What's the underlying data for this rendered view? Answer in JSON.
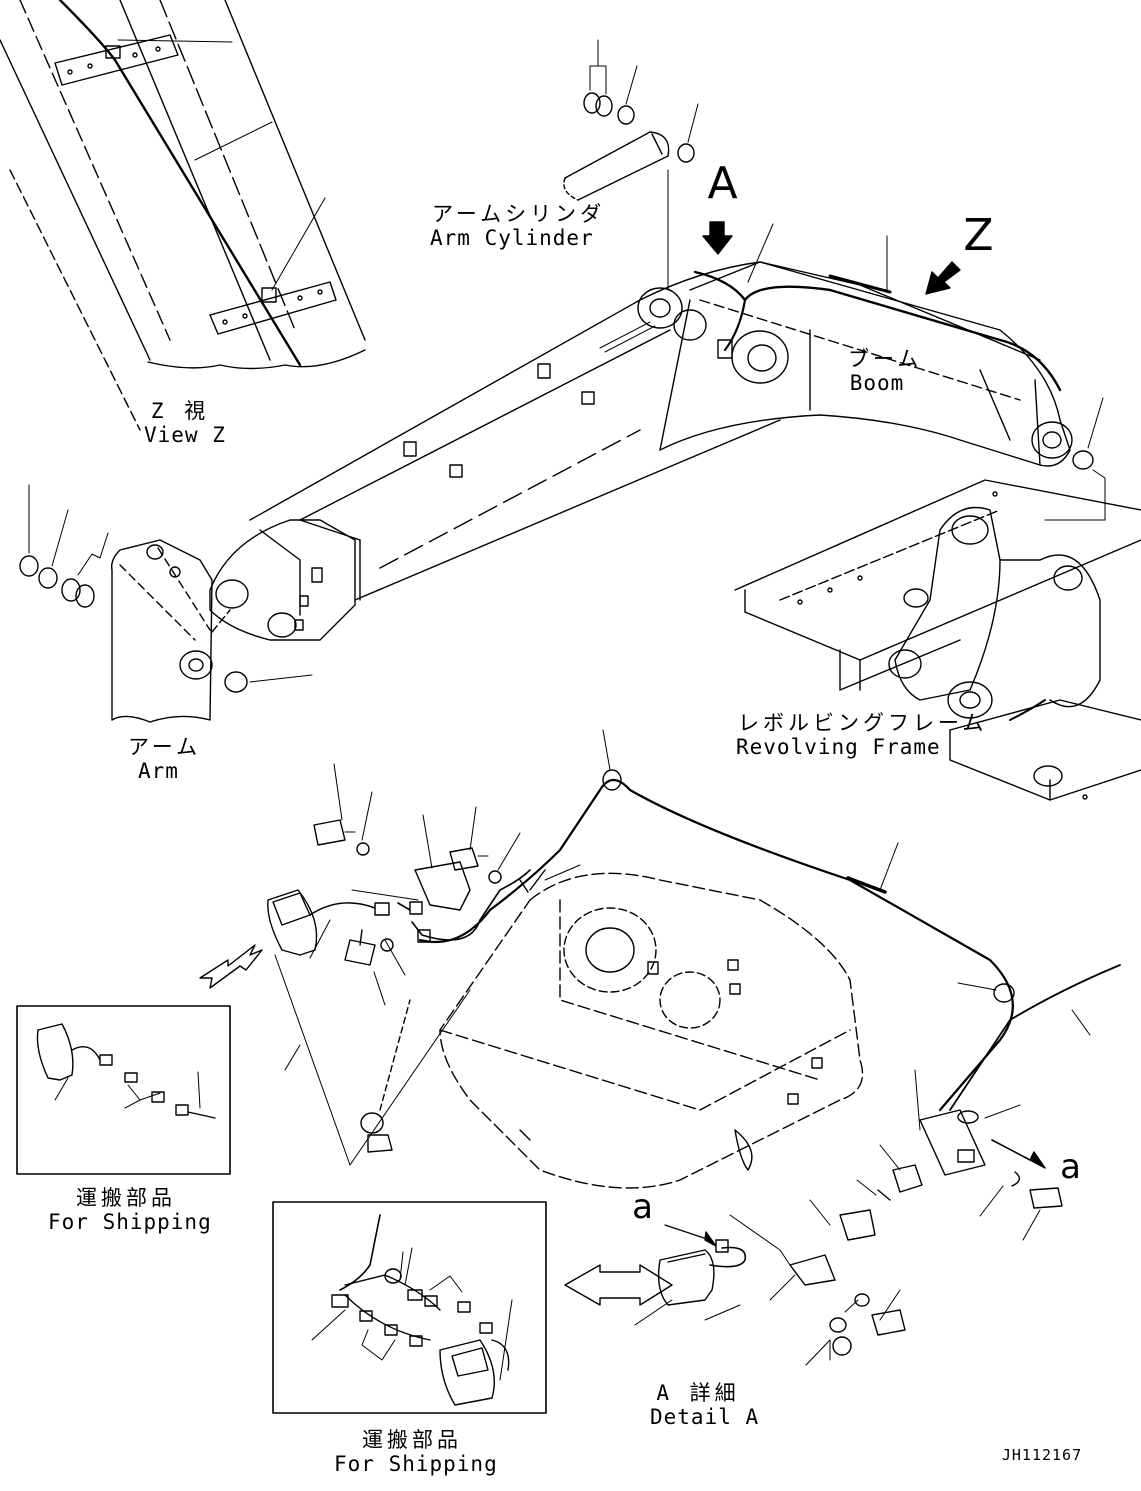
{
  "labels": {
    "arm_cylinder_ja": "アームシリンダ",
    "arm_cylinder_en": "Arm Cylinder",
    "boom_ja": "ブーム",
    "boom_en": "Boom",
    "view_z_ja": "Z 視",
    "view_z_en": "View Z",
    "arm_ja": "アーム",
    "arm_en": "Arm",
    "revolving_frame_ja": "レボルビングフレーム",
    "revolving_frame_en": "Revolving Frame",
    "shipping1_ja": "運搬部品",
    "shipping1_en": "For Shipping",
    "shipping2_ja": "運搬部品",
    "shipping2_en": "For Shipping",
    "detail_a_ja": "A 詳細",
    "detail_a_en": "Detail A",
    "arrow_a": "A",
    "arrow_z": "Z",
    "ref_a_left": "a",
    "ref_a_right": "a",
    "drawing_code": "JH112167"
  },
  "colors": {
    "line": "#000000",
    "background": "#ffffff"
  }
}
